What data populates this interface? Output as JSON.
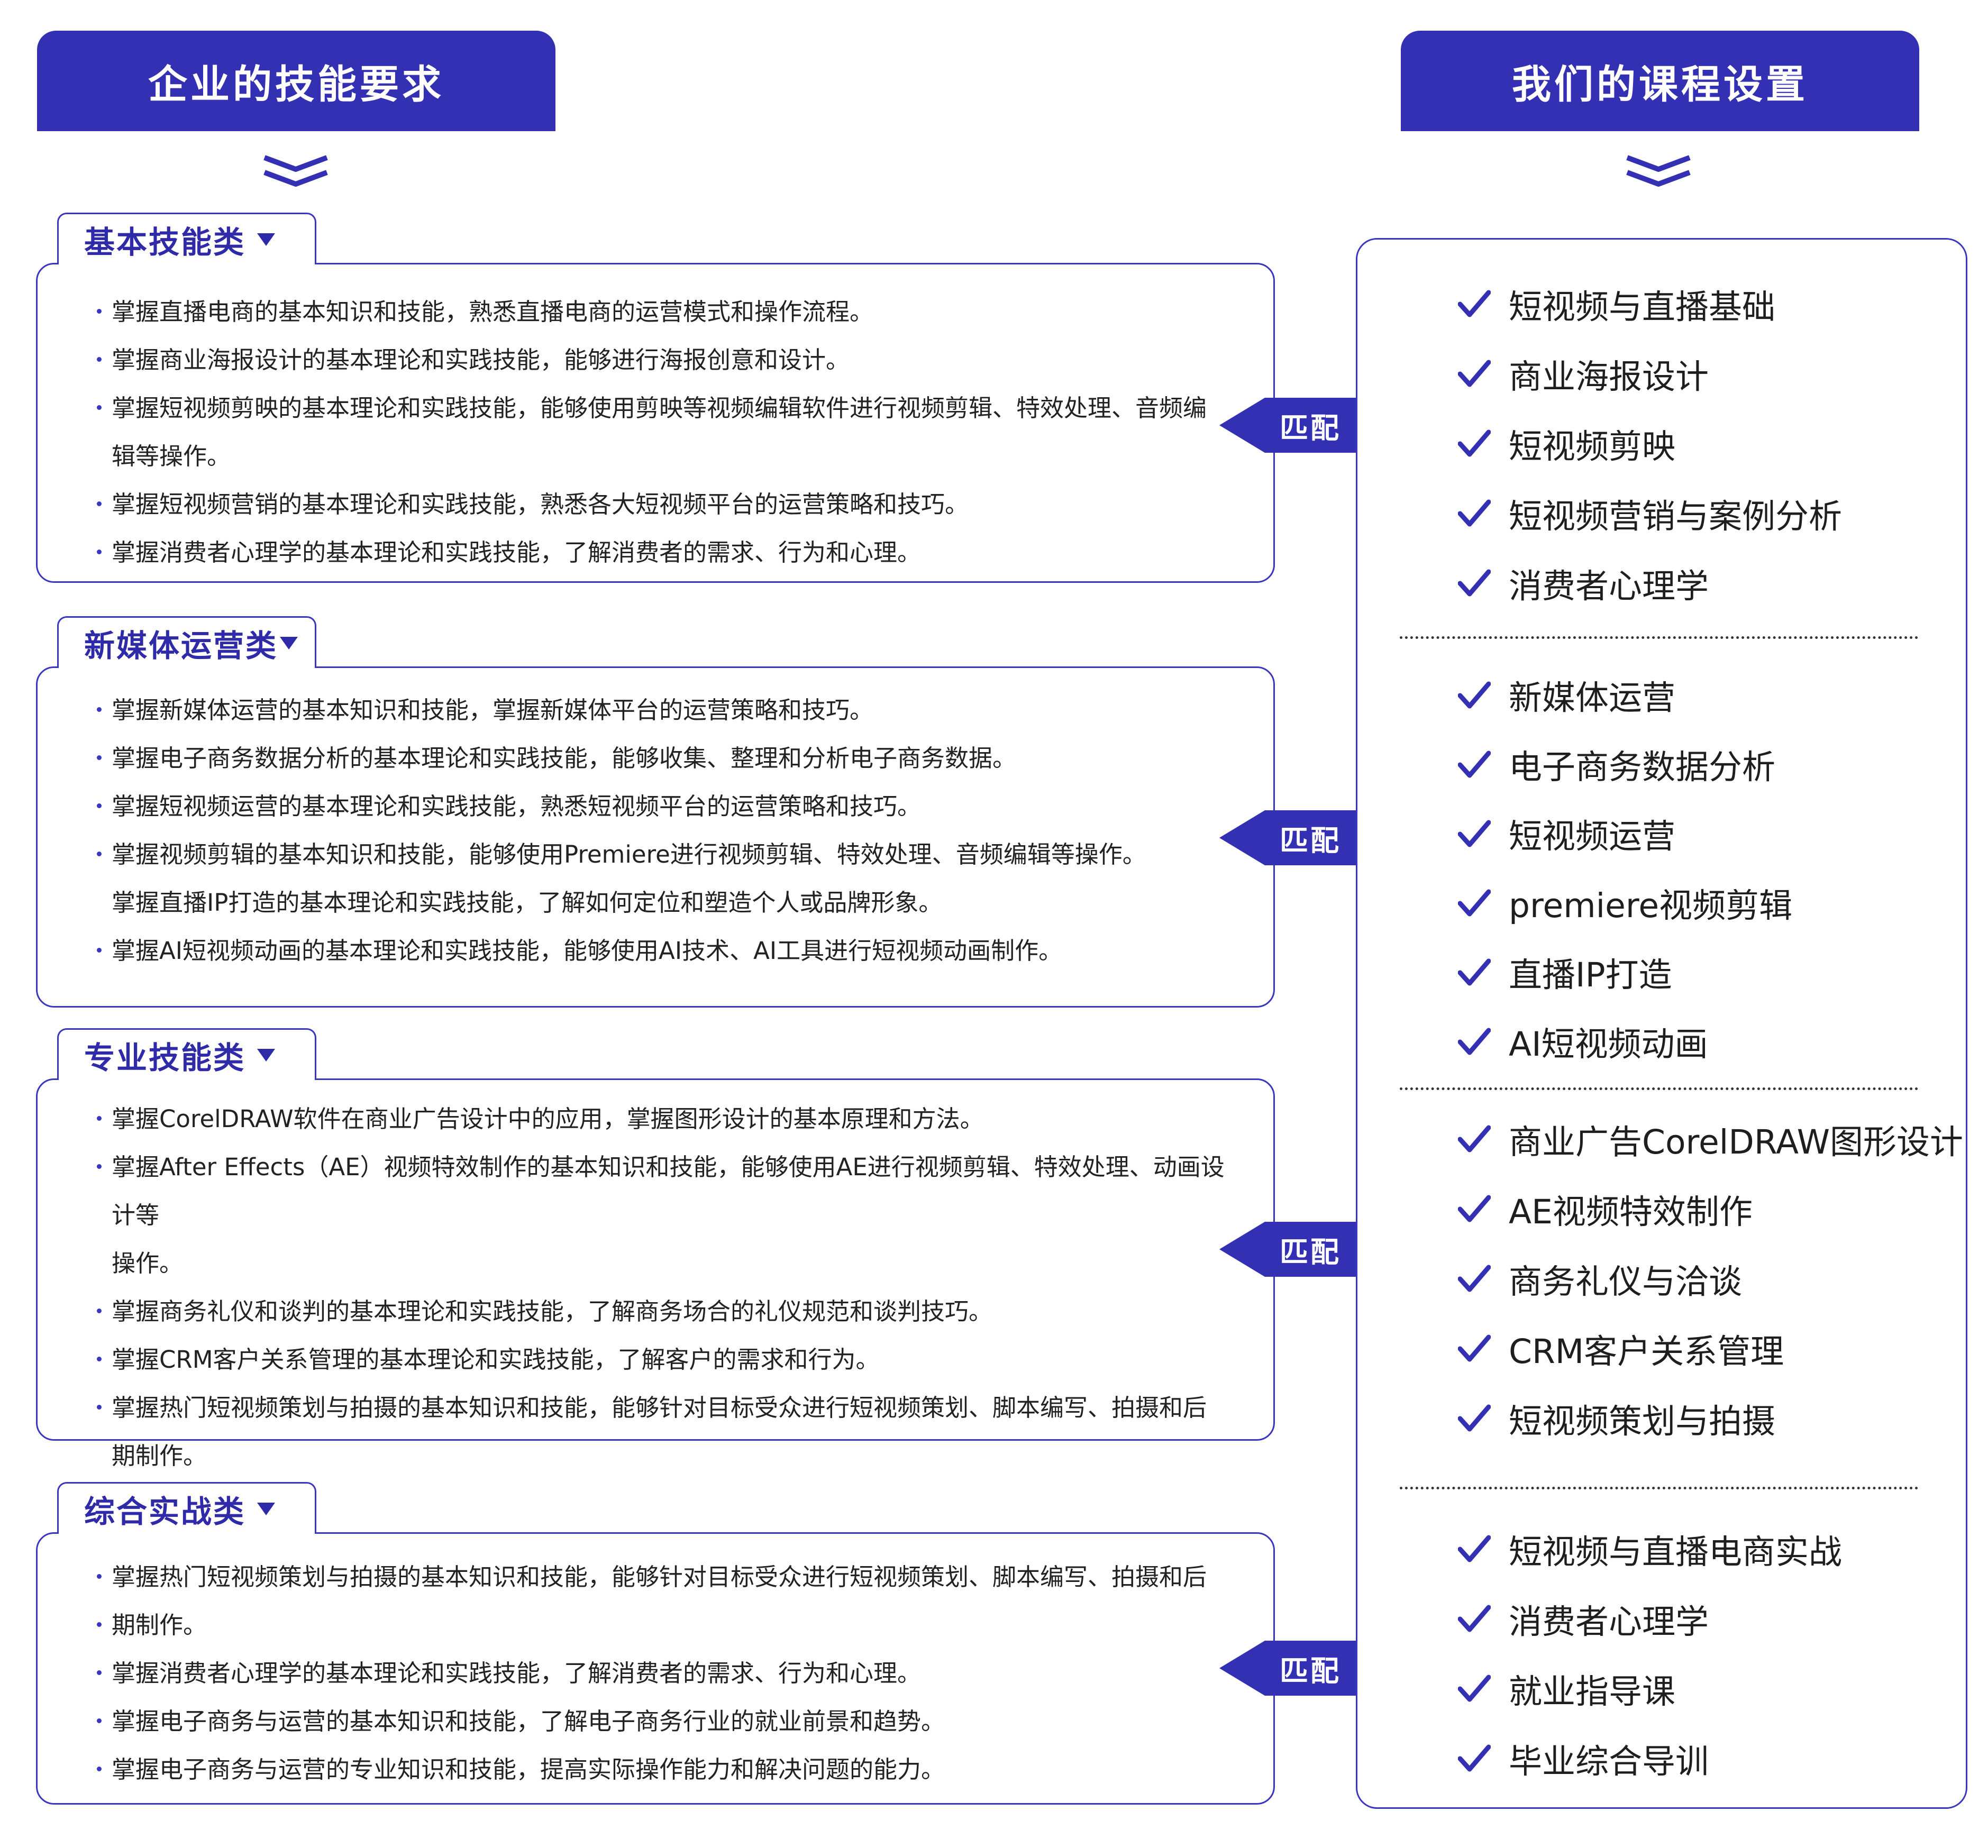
{
  "header_left": "企业的技能要求",
  "header_right": "我们的课程设置",
  "match_label": "匹配",
  "colors": {
    "accent": "#3430b4",
    "border": "#3a36c0",
    "text": "#222222"
  },
  "icons": {
    "chevron": "double-chevron-down-icon",
    "check": "check-icon",
    "dropdown": "triangle-down-icon"
  },
  "sections": [
    {
      "title": "基本技能类",
      "items": [
        "掌握直播电商的基本知识和技能，熟悉直播电商的运营模式和操作流程。",
        "掌握商业海报设计的基本理论和实践技能，能够进行海报创意和设计。",
        "掌握短视频剪映的基本理论和实践技能，能够使用剪映等视频编辑软件进行视频剪辑、特效处理、音频编",
        "辑等操作。",
        "掌握短视频营销的基本理论和实践技能，熟悉各大短视频平台的运营策略和技巧。",
        "掌握消费者心理学的基本理论和实践技能，了解消费者的需求、行为和心理。"
      ]
    },
    {
      "title": "新媒体运营类",
      "items": [
        "掌握新媒体运营的基本知识和技能，掌握新媒体平台的运营策略和技巧。",
        "掌握电子商务数据分析的基本理论和实践技能，能够收集、整理和分析电子商务数据。",
        "掌握短视频运营的基本理论和实践技能，熟悉短视频平台的运营策略和技巧。",
        "掌握视频剪辑的基本知识和技能，能够使用Premiere进行视频剪辑、特效处理、音频编辑等操作。",
        "掌握直播IP打造的基本理论和实践技能，了解如何定位和塑造个人或品牌形象。",
        "掌握AI短视频动画的基本理论和实践技能，能够使用AI技术、AI工具进行短视频动画制作。"
      ]
    },
    {
      "title": "专业技能类",
      "items": [
        "掌握CorelDRAW软件在商业广告设计中的应用，掌握图形设计的基本原理和方法。",
        "掌握After Effects（AE）视频特效制作的基本知识和技能，能够使用AE进行视频剪辑、特效处理、动画设计等",
        "操作。",
        "掌握商务礼仪和谈判的基本理论和实践技能，了解商务场合的礼仪规范和谈判技巧。",
        "掌握CRM客户关系管理的基本理论和实践技能，了解客户的需求和行为。",
        "掌握热门短视频策划与拍摄的基本知识和技能，能够针对目标受众进行短视频策划、脚本编写、拍摄和后",
        "期制作。"
      ]
    },
    {
      "title": "综合实战类",
      "items": [
        "掌握热门短视频策划与拍摄的基本知识和技能，能够针对目标受众进行短视频策划、脚本编写、拍摄和后",
        "期制作。",
        "掌握消费者心理学的基本理论和实践技能，了解消费者的需求、行为和心理。",
        "掌握电子商务与运营的基本知识和技能，了解电子商务行业的就业前景和趋势。",
        "掌握电子商务与运营的专业知识和技能，提高实际操作能力和解决问题的能力。"
      ]
    }
  ],
  "course_groups": [
    [
      "短视频与直播基础",
      "商业海报设计",
      "短视频剪映",
      "短视频营销与案例分析",
      "消费者心理学"
    ],
    [
      "新媒体运营",
      "电子商务数据分析",
      "短视频运营",
      "premiere视频剪辑",
      "直播IP打造",
      "AI短视频动画"
    ],
    [
      "商业广告CorelDRAW图形设计",
      "AE视频特效制作",
      "商务礼仪与洽谈",
      "CRM客户关系管理",
      "短视频策划与拍摄"
    ],
    [
      "短视频与直播电商实战",
      "消费者心理学",
      "就业指导课",
      "毕业综合导训"
    ]
  ]
}
